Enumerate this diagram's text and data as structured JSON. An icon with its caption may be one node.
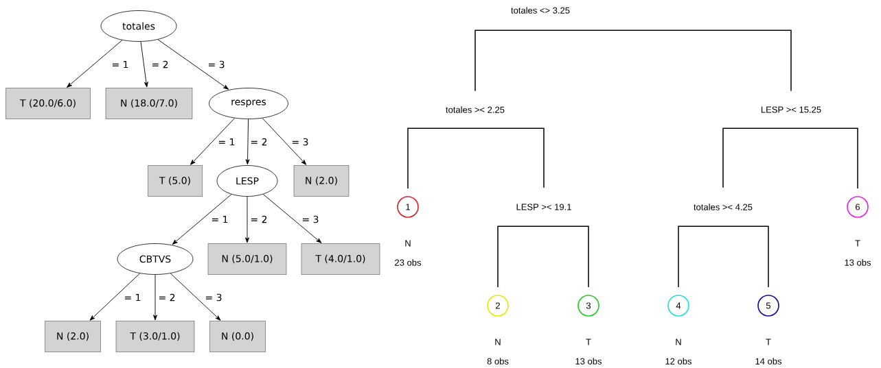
{
  "diagram": {
    "nodes": [
      {
        "text": [
          "totales"
        ]
      },
      {
        "text": [
          "T (20.0/6.0)"
        ]
      },
      {
        "text": [
          "N (18.0/7.0)"
        ]
      },
      {
        "text": [
          "respres"
        ]
      },
      {
        "text": [
          "T (5.0)"
        ]
      },
      {
        "text": [
          "LESP"
        ]
      },
      {
        "text": [
          "N (2.0)"
        ]
      },
      {
        "text": [
          "CBTVS"
        ]
      },
      {
        "text": [
          "N (5.0/1.0)"
        ]
      },
      {
        "text": [
          "T (4.0/1.0)"
        ]
      },
      {
        "text": [
          "N (2.0)"
        ]
      },
      {
        "text": [
          "T (3.0/1.0)"
        ]
      },
      {
        "text": [
          "N (0.0)"
        ]
      },
      {
        "text": [
          "totales <> 3.25"
        ]
      },
      {
        "text": [
          "totales >< 2.25"
        ]
      },
      {
        "text": [
          "LESP >< 15.25"
        ]
      },
      {
        "text": [
          "1"
        ],
        "beside": [
          "N",
          "23 obs"
        ]
      },
      {
        "text": [
          "LESP >< 19.1"
        ]
      },
      {
        "text": [
          "totales >< 4.25"
        ]
      },
      {
        "text": [
          "6"
        ],
        "beside": [
          "T",
          "13 obs"
        ]
      },
      {
        "text": [
          "2"
        ],
        "beside": [
          "N",
          "8 obs"
        ]
      },
      {
        "text": [
          "3"
        ],
        "beside": [
          "T",
          "13 obs"
        ]
      },
      {
        "text": [
          "4"
        ],
        "beside": [
          "N",
          "12 obs"
        ]
      },
      {
        "text": [
          "5"
        ],
        "beside": [
          "T",
          "14 obs"
        ]
      }
    ],
    "edges": [
      {
        "from": 0,
        "to": 1,
        "arrow": "to",
        "label": "= 1"
      },
      {
        "from": 0,
        "to": 2,
        "arrow": "to",
        "label": "= 2"
      },
      {
        "from": 0,
        "to": 3,
        "arrow": "to",
        "label": "= 3"
      },
      {
        "from": 3,
        "to": 4,
        "arrow": "to",
        "label": "= 1"
      },
      {
        "from": 3,
        "to": 5,
        "arrow": "to",
        "label": "= 2"
      },
      {
        "from": 3,
        "to": 6,
        "arrow": "to",
        "label": "= 3"
      },
      {
        "from": 5,
        "to": 7,
        "arrow": "to",
        "label": "= 1"
      },
      {
        "from": 5,
        "to": 8,
        "arrow": "to",
        "label": "= 2"
      },
      {
        "from": 5,
        "to": 9,
        "arrow": "to",
        "label": "= 3"
      },
      {
        "from": 7,
        "to": 10,
        "arrow": "to",
        "label": "= 1"
      },
      {
        "from": 7,
        "to": 11,
        "arrow": "to",
        "label": "= 2"
      },
      {
        "from": 7,
        "to": 12,
        "arrow": "to",
        "label": "= 3"
      },
      {
        "from": 13,
        "to": 14,
        "arrow": "none"
      },
      {
        "from": 13,
        "to": 15,
        "arrow": "none"
      },
      {
        "from": 14,
        "to": 16,
        "arrow": "none"
      },
      {
        "from": 14,
        "to": 17,
        "arrow": "none"
      },
      {
        "from": 15,
        "to": 18,
        "arrow": "none"
      },
      {
        "from": 15,
        "to": 19,
        "arrow": "none"
      },
      {
        "from": 17,
        "to": 20,
        "arrow": "none"
      },
      {
        "from": 17,
        "to": 21,
        "arrow": "none"
      },
      {
        "from": 18,
        "to": 22,
        "arrow": "none"
      },
      {
        "from": 18,
        "to": 23,
        "arrow": "none"
      }
    ]
  }
}
